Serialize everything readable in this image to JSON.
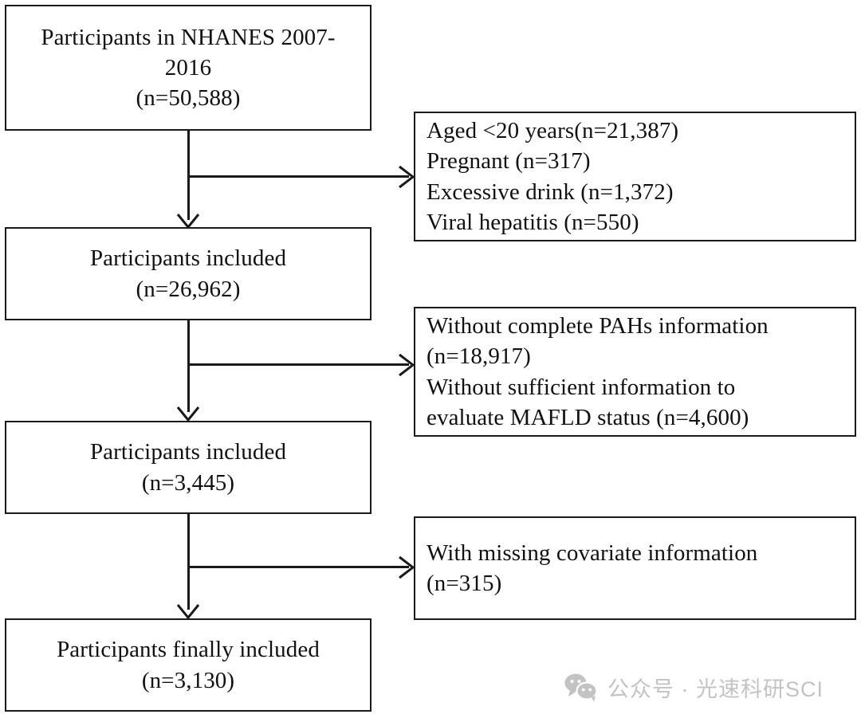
{
  "diagram": {
    "type": "flowchart",
    "title": "NHANES participant selection flow",
    "orientation": "top-to-bottom",
    "accent_color": "#1a1a1a",
    "background_color": "#ffffff",
    "watermark_color": "#c3c3c3"
  },
  "flow_boxes": [
    {
      "id": "box-participants-nhanes",
      "lines": [
        "Participants in NHANES 2007-",
        "2016",
        "(n=50,588)"
      ],
      "count": "50,588",
      "align": "center"
    },
    {
      "id": "box-participants-included-1",
      "lines": [
        "Participants included",
        "(n=26,962)"
      ],
      "count": "26,962",
      "align": "center"
    },
    {
      "id": "box-participants-included-2",
      "lines": [
        "Participants included",
        "(n=3,445)"
      ],
      "count": "3,445",
      "align": "center"
    },
    {
      "id": "box-participants-final",
      "lines": [
        "Participants finally included",
        "(n=3,130)"
      ],
      "count": "3,130",
      "align": "center"
    }
  ],
  "exclusion_boxes": [
    {
      "id": "exclusion-box-1",
      "lines": [
        "Aged <20 years(n=21,387)",
        "Pregnant (n=317)",
        "Excessive drink (n=1,372)",
        "Viral hepatitis (n=550)"
      ],
      "criteria": [
        {
          "label": "Aged <20 years",
          "count": "21,387"
        },
        {
          "label": "Pregnant",
          "count": "317"
        },
        {
          "label": "Excessive drink",
          "count": "1,372"
        },
        {
          "label": "Viral hepatitis",
          "count": "550"
        }
      ]
    },
    {
      "id": "exclusion-box-2",
      "lines": [
        "Without complete PAHs information",
        "(n=18,917)",
        "Without sufficient information to",
        "evaluate MAFLD status (n=4,600)"
      ],
      "criteria": [
        {
          "label": "Without complete PAHs information",
          "count": "18,917"
        },
        {
          "label": "Without sufficient information to evaluate MAFLD status",
          "count": "4,600"
        }
      ]
    },
    {
      "id": "exclusion-box-3",
      "lines": [
        "With missing covariate information",
        "(n=315)"
      ],
      "criteria": [
        {
          "label": "With missing covariate information",
          "count": "315"
        }
      ]
    }
  ],
  "watermark": {
    "icon": "wechat-icon",
    "text": "公众号 · 光速科研SCI"
  }
}
